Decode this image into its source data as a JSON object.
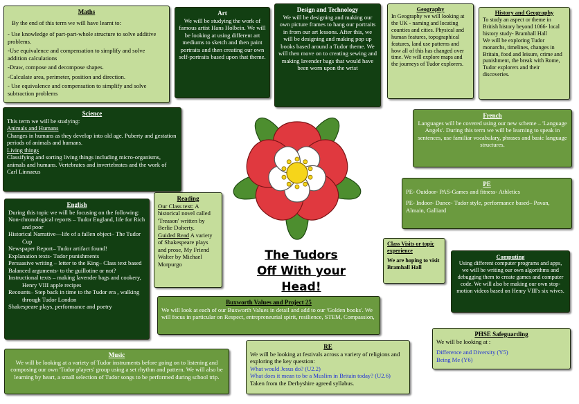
{
  "maths": {
    "title": "Maths",
    "intro": "By the end of this term we will have learnt to:",
    "items": [
      "- Use knowledge of part-part-whole structure to solve additive problems.",
      "-Use equivalence and compensation to simplify and solve addition calculations",
      "-Draw, compose and decompose shapes.",
      "-Calculate area, perimeter, position and direction.",
      "- Use equivalence and compensation to simplify and solve subtraction problems"
    ]
  },
  "art": {
    "title": "Art",
    "body": "We will be studying the work of famous artist Hans Holbein. We will be looking at using different art mediums to sketch and then paint portraits and then creating our own self-portraits based upon that theme."
  },
  "dt": {
    "title": "Design and Technology",
    "body": "We will be designing and making our own picture frames to hang our portraits in from our art lessons. After this, we will be designing and making pop up books based around a Tudor theme. We will then move on to creating sewing and making lavender bags that would have been worn upon the wrist"
  },
  "geography": {
    "title": "Geography",
    "body": "In Geography we will looking at the UK - naming and locating counties and cities. Physical and human features, topographical features, land use patterns and how all of this has changed over time. We will explore maps and the journeys of Tudor explorers."
  },
  "history": {
    "title": "History and Geography",
    "body1": "To study an aspect or theme in British history beyond 1066- local history study- Bramhall Hall",
    "body2": "We will be exploring Tudor monarchs, timelines, changes in Britain, food and leisure, crime and punishment, the break with Rome, Tudor explorers and their discoveries."
  },
  "science": {
    "title": "Science",
    "intro": "This term we will be studying:",
    "sub1": "Animals and Humans",
    "text1": "Changes in humans as they develop into old age. Puberty and gestation periods of animals and humans.",
    "sub2": "Living things",
    "text2": "Classifying and sorting living things including micro-organisms, animals and humans. Vertebrates and invertebrates and the work of Carl Linnaeus"
  },
  "french": {
    "title": "French",
    "body": "Languages will be covered using our new scheme – 'Language Angels'. During this term we will be learning to speak in sentences, use familiar vocabulary, phrases and basic language structures."
  },
  "pe": {
    "title": "PE",
    "line1": "PE- Outdoor- PAS-Games and fitness- Athletics",
    "line2": "PE- Indoor- Dance- Tudor style, performance based– Pavan, Almain, Galliard"
  },
  "english": {
    "title": "English",
    "intro": "During this topic we will be focusing on the following:",
    "items": [
      "Non-chronological reports – Tudor England, life for Rich and poor",
      "Historical Narrative—life of a fallen object– The Tudor Cup",
      "Newspaper Report– Tudor artifact found!",
      "Explanation texts- Tudor punishments",
      "Persuasive writing – letter to the King– Class text based",
      "Balanced arguments- to the guillotine or not?",
      "Instructional texts – making lavender bags and cookery, Henry VIII apple recipes",
      "Recounts– Step back in time to the Tudor era , walking through Tudor London",
      "Shakespeare plays, performance and poetry"
    ]
  },
  "reading": {
    "title": "Reading",
    "class_label": "Our Class text:",
    "class_text": "A historical novel called 'Treason' written by Berlie Doherty.",
    "guided_label": "Guided Read",
    "guided_text": "A variety of Shakespeare plays and prose, My Friend Walter by Michael Morpurgo"
  },
  "banner": {
    "line1": "The Tudors",
    "line2": "Off With your Head!"
  },
  "visits": {
    "title": "Class Visits or topic experience",
    "body": "We are hoping to visit Bramhall Hall"
  },
  "computing": {
    "title": "Computing",
    "body": "Using different computer programs and apps, we will be writing our own algorithms and debugging them to create games and computer code. We will also be making our own stop-motion videos based on Henry VIII's six wives."
  },
  "values": {
    "title": "Buxworth Values and Project 25",
    "body": "We will look at each of our Buxworth Values in detail and add to our 'Golden books'. We will focus in particular on Respect, entrepreneurial spirit, resilience, STEM, Compassion,"
  },
  "music": {
    "title": "Music",
    "body": "We will be looking at a variety of Tudor instruments before going on to listening and composing our own 'Tudor players' group using a set rhythm and pattern. We will also be learning by heart, a small selection of Tudor songs to be performed during school trip."
  },
  "re": {
    "title": "RE",
    "intro": "We will be looking at festivals across a variety of religions and exploring the key question:",
    "q1": "What would Jesus do? (U2.2)",
    "q2": "What does it mean to be a Muslim in Britain today? (U2.6)",
    "footer": "Taken from the Derbyshire agreed syllabus."
  },
  "phse": {
    "title": "PHSE Safeguarding",
    "intro": "We will be looking at :",
    "item1": "Difference and Diversity (Y5)",
    "item2": "Being Me (Y6)"
  },
  "colors": {
    "light_green": "#c5dd9b",
    "mid_green": "#6b9a3f",
    "dark_green": "#123f12",
    "link_blue": "#1f2fd6",
    "rose_red": "#e0393f",
    "rose_white": "#ffffff",
    "rose_center": "#f6d51a",
    "leaf_green": "#4d8e2f"
  }
}
